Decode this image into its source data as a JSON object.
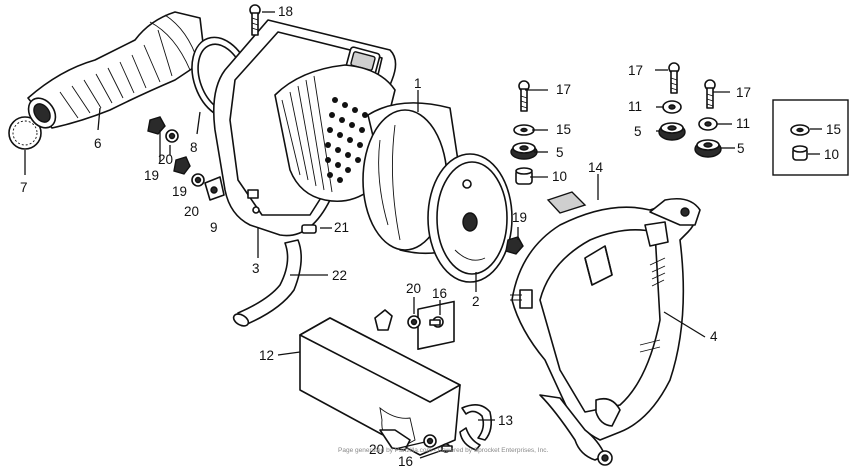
{
  "labels": {
    "p1": "1",
    "p2": "2",
    "p3": "3",
    "p4": "4",
    "p5a": "5",
    "p5b": "5",
    "p6": "6",
    "p7": "7",
    "p8": "8",
    "p9": "9",
    "p10a": "10",
    "p10b": "10",
    "p11a": "11",
    "p11b": "11",
    "p12": "12",
    "p13": "13",
    "p14": "14",
    "p15a": "15",
    "p15b": "15",
    "p16a": "16",
    "p16b": "16",
    "p17a": "17",
    "p17b": "17",
    "p17c": "17",
    "p18": "18",
    "p19a": "19",
    "p19b": "19",
    "p19c": "19",
    "p20a": "20",
    "p20b": "20",
    "p20c": "20",
    "p20d": "20",
    "p21": "21",
    "p22": "22"
  },
  "footer": "Page generated by Partzilla.com - Powered by Sprocket Enterprises, Inc."
}
